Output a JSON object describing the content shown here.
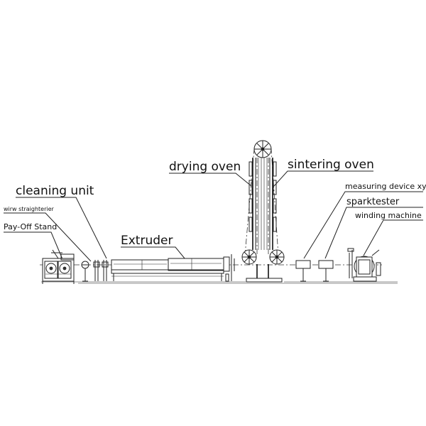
{
  "labels": {
    "cleaning_unit": "cleaning unit",
    "wire_straightener": "wirw straighterier",
    "pay_off_stand": "Pay-Off Stand",
    "extruder": "Extruder",
    "drying_oven": "drying oven",
    "sintering_oven": "sintering oven",
    "measuring_device": "measuring device xy",
    "sparktester": "sparktester",
    "winding_machine": "winding machine"
  }
}
